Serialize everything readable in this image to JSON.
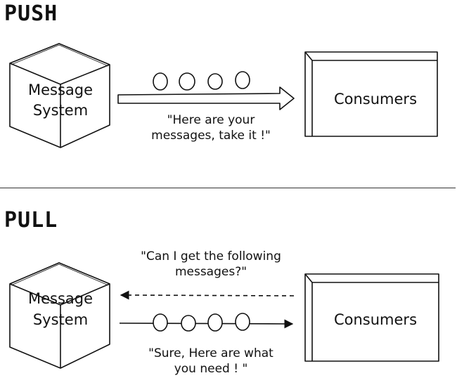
{
  "push": {
    "title": "PUSH",
    "source_lines": [
      "Message",
      "System"
    ],
    "target": "Consumers",
    "caption_lines": [
      "\"Here are your",
      "messages, take it !\""
    ]
  },
  "pull": {
    "title": "PULL",
    "source_lines": [
      "Message",
      "System"
    ],
    "target": "Consumers",
    "request_lines": [
      "\"Can I get the following",
      "messages?\""
    ],
    "response_lines": [
      "\"Sure, Here are what",
      "you need ! \""
    ]
  }
}
